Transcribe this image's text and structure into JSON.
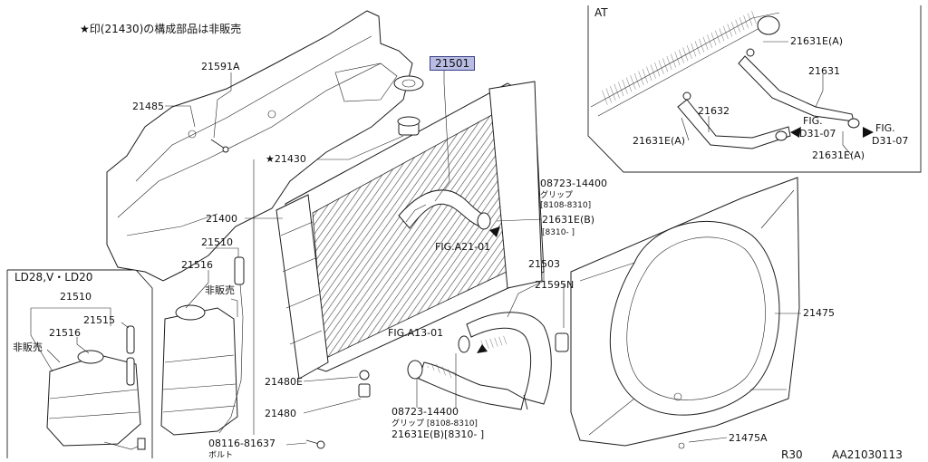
{
  "note": "★印(21430)の構成部品は非販売",
  "highlighted_part": "21501",
  "inset_at": {
    "title": "AT",
    "labels": {
      "p21631e_a_top": "21631E(A)",
      "p21631": "21631",
      "p21632": "21632",
      "p21631e_a_left": "21631E(A)",
      "p21631e_a_bottom": "21631E(A)",
      "fig_left": "FIG.",
      "fig_left_ref": "D31-07",
      "fig_right": "FIG.",
      "fig_right_ref": "D31-07"
    }
  },
  "inset_ld": {
    "title": "LD28,V・LD20",
    "labels": {
      "p21510": "21510",
      "p21516": "21516",
      "p21515": "21515",
      "not_sold": "非販売"
    }
  },
  "labels": {
    "p21591a": "21591A",
    "p21485": "21485",
    "p21430": "★21430",
    "p21400": "21400",
    "p21510": "21510",
    "p21516": "21516",
    "not_sold": "非販売",
    "p21480e": "21480E",
    "p21480": "21480",
    "bolt_no": "08116-81637",
    "bolt_name": "ボルト",
    "grip_top_no": "08723-14400",
    "grip_top_name": "グリップ",
    "grip_top_range": "[8108-8310]",
    "p21631e_b": "21631E(B)",
    "p21631e_b_range": "[8310-  ]",
    "fig_a21": "FIG.A21-01",
    "p21503": "21503",
    "p21595n": "21595N",
    "fig_a13": "FIG.A13-01",
    "grip_bottom_no": "08723-14400",
    "grip_bottom_line": "グリップ [8108-8310]",
    "grip_bottom_line2": "21631E(B)[8310-  ]",
    "p21475": "21475",
    "p21475a": "21475A"
  },
  "footer": {
    "model": "R30",
    "diagram_code": "AA21030113"
  }
}
